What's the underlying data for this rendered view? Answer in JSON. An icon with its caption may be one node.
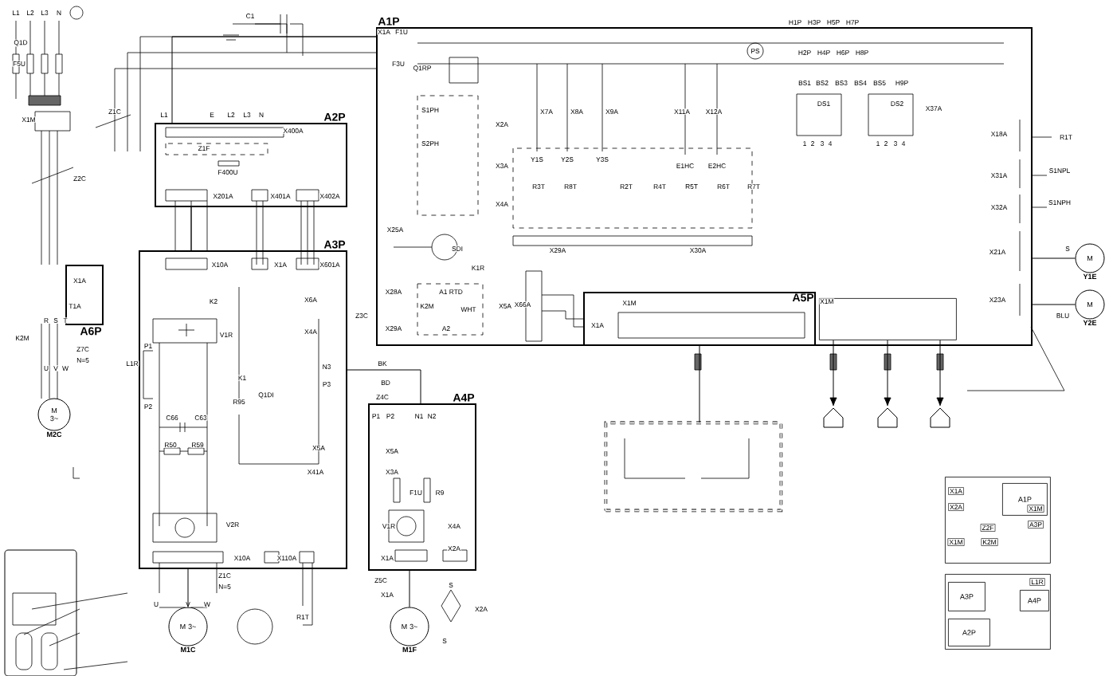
{
  "diagram": {
    "nodes": [
      {
        "text": [
          "A1P"
        ]
      },
      {
        "text": [
          "A2P"
        ]
      },
      {
        "text": [
          "A3P"
        ]
      },
      {
        "text": [
          "A4P"
        ]
      },
      {
        "text": [
          "A5P"
        ],
        "in": 0
      },
      {
        "text": [
          "A6P"
        ]
      },
      {
        "text": [
          "M 3~"
        ],
        "beside": [
          "M2C"
        ]
      },
      {
        "text": [
          "M 3~"
        ],
        "beside": [
          "M1C"
        ]
      },
      {
        "text": [
          "M 3~"
        ],
        "beside": [
          "M1F"
        ]
      },
      {
        "text": [
          "M"
        ],
        "beside": [
          "Y1E"
        ]
      },
      {
        "text": [
          "M"
        ],
        "beside": [
          "Y2E"
        ]
      },
      {
        "text": [],
        "shape": "box"
      },
      {
        "text": [],
        "shape": "box"
      },
      {
        "text": [],
        "shape": "box"
      },
      {
        "text": [
          "A1P"
        ],
        "in": 12
      },
      {
        "text": [
          "A3P"
        ],
        "in": 13
      },
      {
        "text": [
          "A4P"
        ],
        "in": 13
      },
      {
        "text": [
          "A2P"
        ],
        "in": 13
      },
      {
        "text": [],
        "shape": "picture"
      },
      {
        "text": [],
        "shape": "picture"
      },
      {
        "text": [],
        "shape": "picture"
      },
      {
        "text": [
          "X1M"
        ],
        "in": 0
      }
    ],
    "edges": [
      {
        "from": 0,
        "to": 9,
        "arrow": "none",
        "label": "S"
      },
      {
        "from": 0,
        "to": 10,
        "arrow": "none",
        "label": "BLU"
      },
      {
        "from": 1,
        "to": 2,
        "arrow": "none"
      },
      {
        "from": 2,
        "to": 7,
        "arrow": "none"
      },
      {
        "from": 3,
        "to": 8,
        "arrow": "none"
      },
      {
        "from": 2,
        "to": 3,
        "arrow": "none"
      },
      {
        "from": 4,
        "to": 11,
        "arrow": "none"
      },
      {
        "from": 21,
        "to": 18,
        "arrow": "to"
      },
      {
        "from": 21,
        "to": 19,
        "arrow": "to"
      },
      {
        "from": 21,
        "to": 20,
        "arrow": "to"
      },
      {
        "from": 0,
        "to": 1,
        "arrow": "none"
      }
    ],
    "labels": [
      "L1",
      "L2",
      "L3",
      "N",
      "Q1D",
      "F5U",
      "X1M",
      "Z1C",
      "Z2C",
      "C1",
      "L1",
      "E",
      "L2",
      "L3",
      "N",
      "X400A",
      "Z1F",
      "F400U",
      "X201A",
      "X401A",
      "X402A",
      "X10A",
      "X1A",
      "X601A",
      "X6A",
      "Z3C",
      "X4A",
      "K2",
      "V1R",
      "P1",
      "L1R",
      "P2",
      "K1",
      "R95",
      "Q1DI",
      "C66",
      "C63",
      "R50",
      "R59",
      "V2R",
      "X10A",
      "X110A",
      "R1T",
      "Z1C",
      "N=5",
      "U",
      "V",
      "W",
      "X1A",
      "T1A",
      "K2M",
      "R",
      "S",
      "T",
      "U",
      "V",
      "W",
      "Z7C",
      "N=5",
      "N3",
      "P3",
      "BK",
      "BD",
      "Z4C",
      "X5A",
      "X41A",
      "P1",
      "P2",
      "N1",
      "N2",
      "X5A",
      "X3A",
      "F1U",
      "R9",
      "V1R",
      "X4A",
      "X1A",
      "X2A",
      "Z5C",
      "X1A",
      "X2A",
      "S",
      "S",
      "X1A",
      "F1U",
      "F3U",
      "Q1RP",
      "S1PH",
      "S2PH",
      "X2A",
      "X3A",
      "X4A",
      "X25A",
      "SDI",
      "K1R",
      "X28A",
      "A1 RTD",
      "K2M",
      "WHT",
      "A2",
      "X5A",
      "X29A",
      "X66A",
      "X1A",
      "X1M",
      "X7A",
      "X8A",
      "X9A",
      "X11A",
      "X12A",
      "Y1S",
      "Y2S",
      "Y3S",
      "E1HC",
      "E2HC",
      "R3T",
      "R8T",
      "R2T",
      "R4T",
      "R5T",
      "R6T",
      "R7T",
      "X29A",
      "X30A",
      "H1P",
      "H3P",
      "H5P",
      "H7P",
      "H2P",
      "H4P",
      "H6P",
      "H8P",
      "BS1",
      "BS2",
      "BS3",
      "BS4",
      "BS5",
      "H9P",
      "DS1",
      "1",
      "2",
      "3",
      "4",
      "DS2",
      "1",
      "2",
      "3",
      "4",
      "X37A",
      "PS",
      "X18A",
      "R1T",
      "X31A",
      "S1NPL",
      "X32A",
      "S1NPH",
      "X21A",
      "X23A",
      "X1A",
      "X2A",
      "X1M",
      "Z2F",
      "A3P",
      "X1M",
      "K2M",
      "L1R"
    ]
  }
}
